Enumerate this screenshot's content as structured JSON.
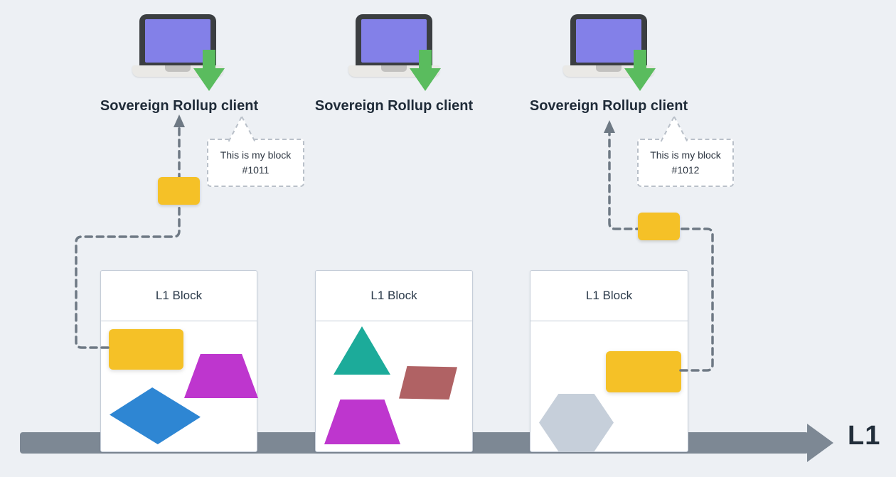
{
  "diagram": {
    "clients": [
      {
        "label": "Sovereign Rollup client"
      },
      {
        "label": "Sovereign Rollup client"
      },
      {
        "label": "Sovereign Rollup client"
      }
    ],
    "bubbles": [
      {
        "line1": "This is my block",
        "line2": "#1011"
      },
      {
        "line1": "This is my block",
        "line2": "#1012"
      }
    ],
    "blocks": [
      {
        "title": "L1 Block",
        "shapes": [
          "yellow-rectangle",
          "magenta-trapezoid",
          "blue-diamond"
        ]
      },
      {
        "title": "L1 Block",
        "shapes": [
          "teal-triangle",
          "brick-parallelogram",
          "magenta-trapezoid"
        ]
      },
      {
        "title": "L1 Block",
        "shapes": [
          "yellow-rectangle",
          "gray-hexagon"
        ]
      }
    ],
    "axis_label": "L1",
    "colors": {
      "background": "#edf0f4",
      "yellow": "#f5c127",
      "magenta": "#be36ce",
      "blue": "#2e86d3",
      "teal": "#1cab9a",
      "brick": "#b06264",
      "hexagon_gray": "#c6cfda",
      "screen_purple": "#8380e8",
      "arrow_green": "#5abc5e",
      "connector_gray": "#6e7984",
      "rail_gray": "#7d8894",
      "heading_navy": "#1f2b38"
    }
  }
}
